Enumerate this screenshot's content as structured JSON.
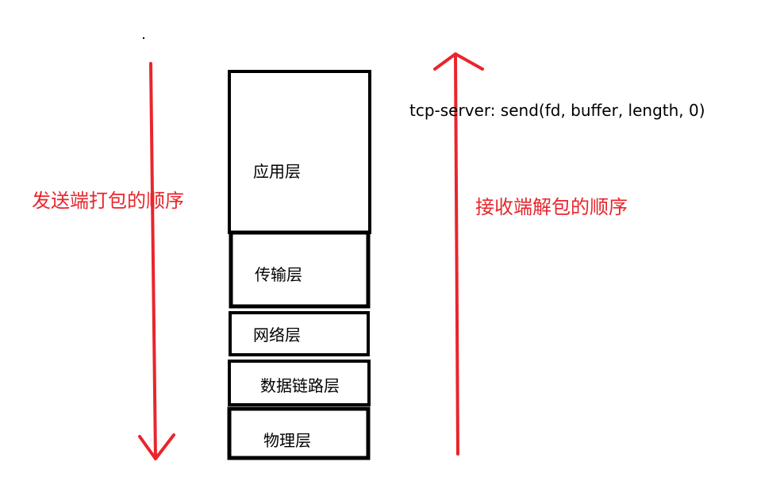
{
  "colors": {
    "arrow": "#e8262c",
    "sender_label": "#e8262c",
    "receiver_label": "#e8262c",
    "box_border": "#000000",
    "text": "#000000"
  },
  "layers": {
    "application": "应用层",
    "transport": "传输层",
    "network": "网络层",
    "data_link": "数据链路层",
    "physical": "物理层"
  },
  "sender": {
    "label": "发送端打包的顺序",
    "arrow_direction": "down"
  },
  "receiver": {
    "label": "接收端解包的顺序",
    "arrow_direction": "up"
  },
  "code": {
    "text": "tcp-server: send(fd, buffer, length, 0)"
  }
}
